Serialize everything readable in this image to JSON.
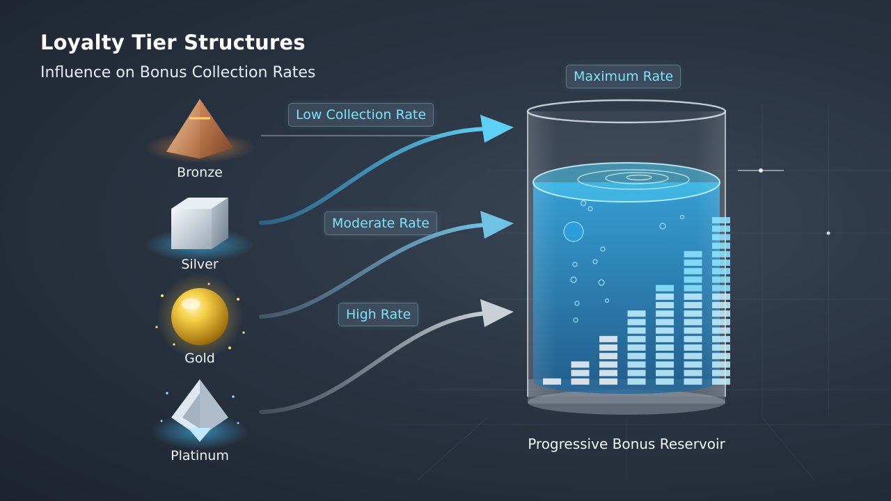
{
  "header": {
    "title": "Loyalty Tier Structures",
    "subtitle": "Influence on Bonus Collection Rates"
  },
  "tiers": [
    {
      "label": "Bronze",
      "icon": "pyramid-icon",
      "color": "#c98a5e"
    },
    {
      "label": "Silver",
      "icon": "cube-icon",
      "color": "#c9d3de"
    },
    {
      "label": "Gold",
      "icon": "sphere-icon",
      "color": "#f0c43a"
    },
    {
      "label": "Platinum",
      "icon": "crystal-icon",
      "color": "#e6eef6"
    }
  ],
  "rates": {
    "low": "Low Collection Rate",
    "moderate": "Moderate Rate",
    "high": "High Rate",
    "maximum": "Maximum Rate"
  },
  "reservoir": {
    "label": "Progressive Bonus Reservoir",
    "bar_levels": [
      1,
      3,
      6,
      9,
      12,
      16,
      20
    ],
    "accent": "#3fc6ef"
  }
}
